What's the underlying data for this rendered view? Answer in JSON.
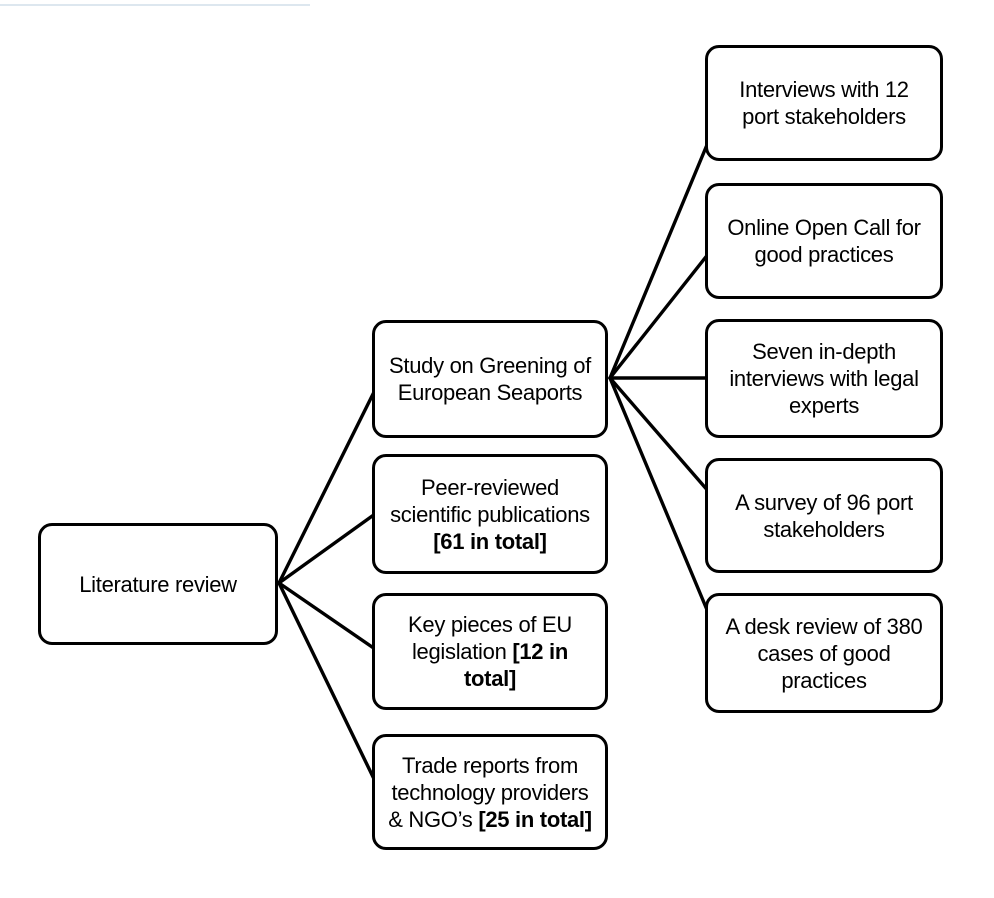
{
  "diagram": {
    "type": "flowchart",
    "direction": "left-to-right",
    "colors": {
      "box_border": "#000000",
      "box_fill": "#ffffff",
      "connector": "#000000",
      "text": "#000000",
      "top_artifact_line": "#dde7ef"
    },
    "nodes": {
      "literature": {
        "label": "Literature review",
        "segments": [
          {
            "t": "Literature review",
            "b": false
          }
        ]
      },
      "study": {
        "label": "Study on Greening of European Seaports",
        "segments": [
          {
            "t": "Study on Greening of\nEuropean Seaports",
            "b": false
          }
        ]
      },
      "peer_reviewed": {
        "label": "Peer-reviewed scientific publications [61 in total]",
        "segments": [
          {
            "t": "Peer-reviewed\nscientific publications\n",
            "b": false
          },
          {
            "t": "[61 in total]",
            "b": true
          }
        ]
      },
      "eu_legislation": {
        "label": "Key pieces of EU legislation [12 in total]",
        "segments": [
          {
            "t": "Key pieces of EU\nlegislation ",
            "b": false
          },
          {
            "t": "[12 in\ntotal]",
            "b": true
          }
        ]
      },
      "trade_reports": {
        "label": "Trade reports from technology providers & NGO’s [25 in total]",
        "segments": [
          {
            "t": "Trade reports from\ntechnology providers\n& NGO’s ",
            "b": false
          },
          {
            "t": "[25 in total]",
            "b": true
          }
        ]
      },
      "interviews": {
        "label": "Interviews with 12 port stakeholders",
        "segments": [
          {
            "t": "Interviews with 12\nport stakeholders",
            "b": false
          }
        ]
      },
      "open_call": {
        "label": "Online Open Call for good practices",
        "segments": [
          {
            "t": "Online Open Call for\ngood practices",
            "b": false
          }
        ]
      },
      "legal_experts": {
        "label": "Seven in-depth interviews with legal experts",
        "segments": [
          {
            "t": "Seven in-depth\ninterviews with legal\nexperts",
            "b": false
          }
        ]
      },
      "survey": {
        "label": "A survey of 96 port stakeholders",
        "segments": [
          {
            "t": "A survey of 96 port\nstakeholders",
            "b": false
          }
        ]
      },
      "desk_review": {
        "label": "A desk review of 380 cases of good practices",
        "segments": [
          {
            "t": "A desk review of 380\ncases of good\npractices",
            "b": false
          }
        ]
      }
    },
    "edges": [
      {
        "from": "literature",
        "to": "study"
      },
      {
        "from": "literature",
        "to": "peer_reviewed"
      },
      {
        "from": "literature",
        "to": "eu_legislation"
      },
      {
        "from": "literature",
        "to": "trade_reports"
      },
      {
        "from": "study",
        "to": "interviews"
      },
      {
        "from": "study",
        "to": "open_call"
      },
      {
        "from": "study",
        "to": "legal_experts"
      },
      {
        "from": "study",
        "to": "survey"
      },
      {
        "from": "study",
        "to": "desk_review"
      }
    ]
  }
}
